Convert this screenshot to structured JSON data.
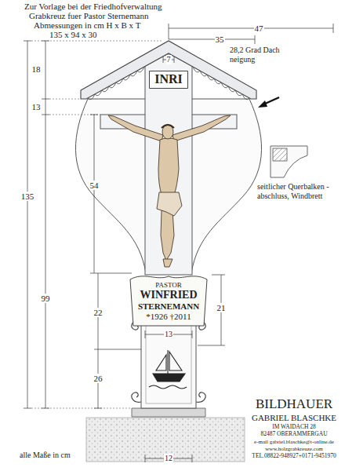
{
  "diagram": {
    "nodes": [
      {
        "text": [
          "INRI"
        ]
      },
      {
        "text": [
          "PASTOR",
          "WINFRIED",
          "STERNEMANN",
          "*1926 †2011"
        ]
      }
    ],
    "labels": [
      "Zur Vorlage bei der Friedhofverwaltung",
      "Grabkreuz fuer Pastor Sternemann",
      "Abmessungen in cm H x B x T",
      "135 x 94 x 30",
      "47",
      "7",
      "35",
      "28,2 Grad Dach neigung",
      "18",
      "13",
      "135",
      "54",
      "99",
      "seitlicher Querbalken - abschluss, Windbrett",
      "22",
      "21",
      "13",
      "26",
      "BILDHAUER",
      "GABRIEL BLASCHKE",
      "IM WAIDACH 28",
      "82487 OBERAMMERGAU",
      "e-mail gabriel.blaschke@t-online.de",
      "www.holzgrabkreuze.com",
      "TEL.08822-948927+0171-9451970",
      "alle Maße in cm",
      "12"
    ]
  }
}
